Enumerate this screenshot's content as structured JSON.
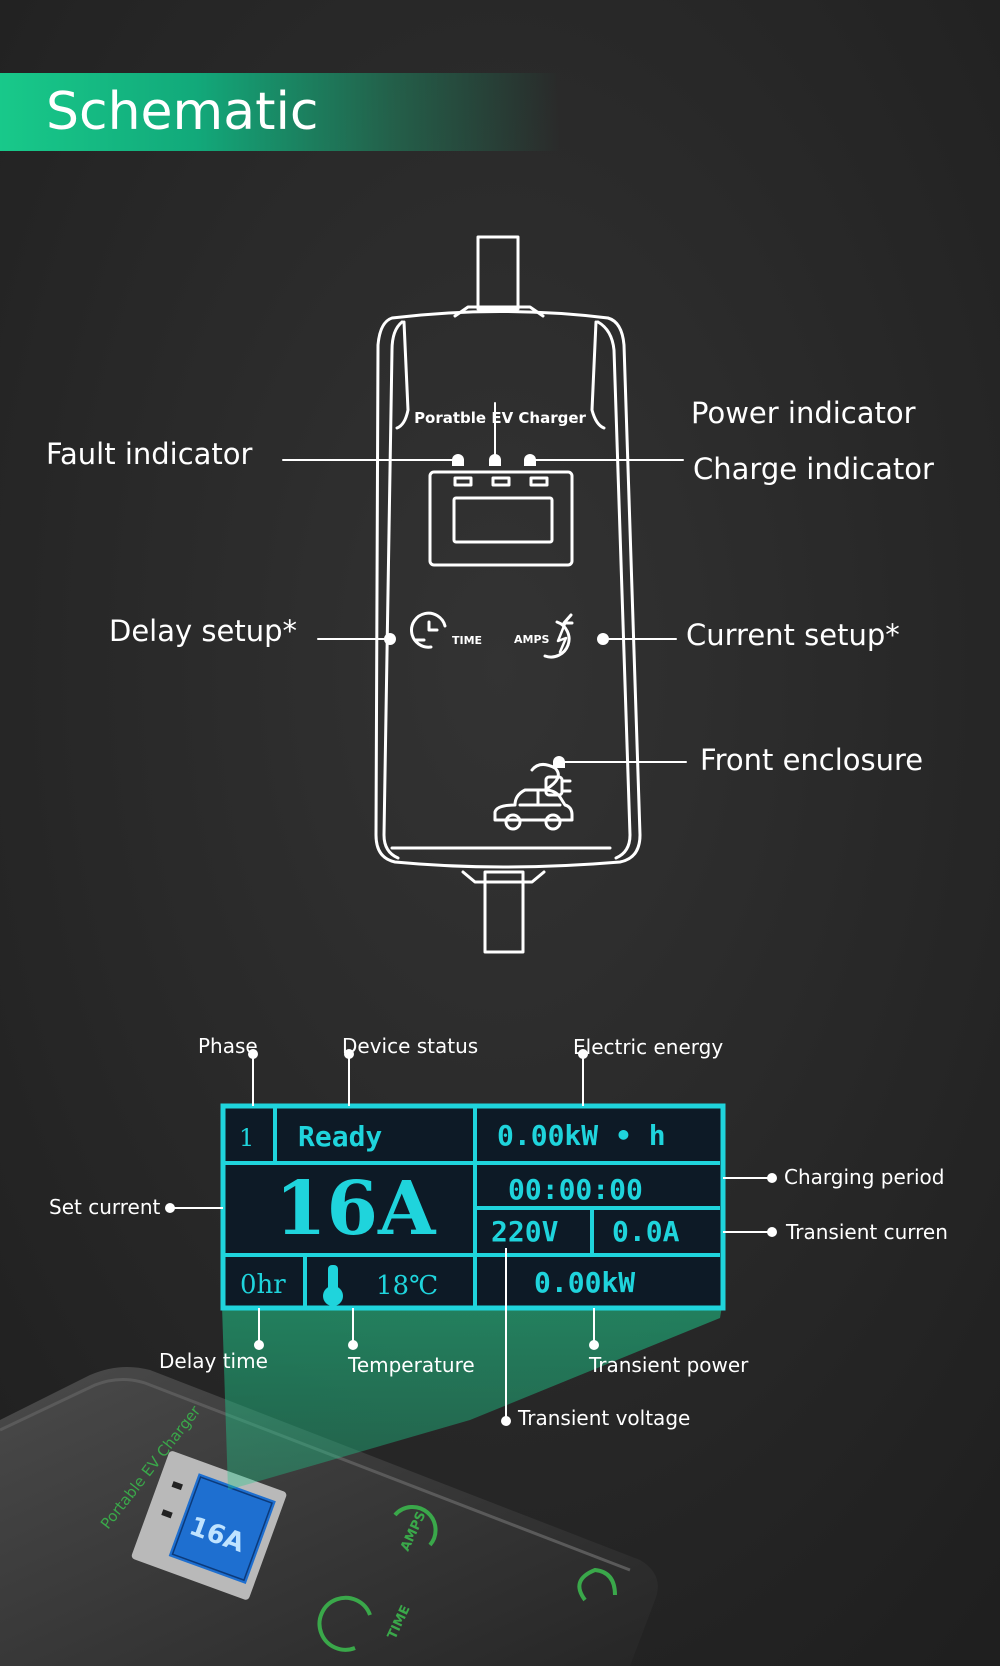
{
  "header": {
    "title": "Schematic"
  },
  "device": {
    "brand_text": "Poratble EV Charger",
    "time_button_text": "TIME",
    "amps_button_text": "AMPS"
  },
  "callouts": {
    "power_indicator": "Power indicator",
    "charge_indicator": "Charge indicator",
    "fault_indicator": "Fault indicator",
    "delay_setup": "Delay setup*",
    "current_setup": "Current setup*",
    "front_enclosure": "Front enclosure"
  },
  "lcd": {
    "phase": "1",
    "status": "Ready",
    "energy": "0.00kW • h",
    "set_current": "16A",
    "period": "00:00:00",
    "voltage": "220V",
    "current": "0.0A",
    "delay": "0hr",
    "temperature": "18℃",
    "power": "0.00kW"
  },
  "lcd_labels": {
    "phase": "Phase",
    "device_status": "Device status",
    "electric_energy": "Electric energy",
    "charging_period": "Charging period",
    "transient_current": "Transient curren",
    "set_current": "Set current",
    "delay_time": "Delay time",
    "temperature": "Temperature",
    "transient_power": "Transient power",
    "transient_voltage": "Transient voltage"
  },
  "photo": {
    "brand_text": "Portable EV Charger",
    "time_text": "TIME",
    "amps_text": "AMPS",
    "mini_current": "16A"
  },
  "colors": {
    "accent_green": "#18c98a",
    "lcd_cyan": "#1fd4dc",
    "lcd_bg": "#0d1a26"
  }
}
